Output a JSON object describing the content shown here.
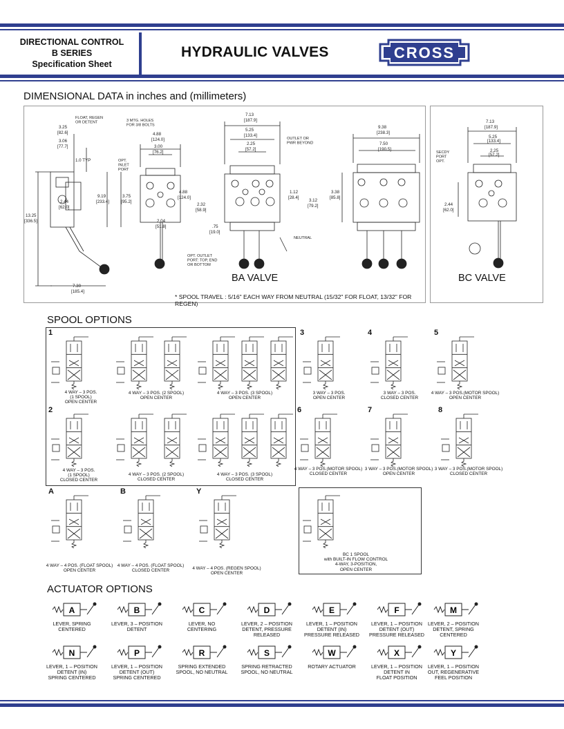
{
  "header": {
    "box_line1": "DIRECTIONAL CONTROL",
    "box_line2": "B  SERIES",
    "box_line3": "Specification Sheet",
    "title": "HYDRAULIC VALVES",
    "logo_text": "CROSS",
    "brand_color": "#2f3f8f"
  },
  "dimensional": {
    "heading": "DIMENSIONAL DATA in inches and (millimeters)",
    "ba_label": "BA VALVE",
    "bc_label": "BC VALVE",
    "footnote": "* SPOOL TRAVEL : 5/16\" EACH WAY FROM NEUTRAL (15/32\" FOR FLOAT, 13/32\" FOR REGEN)",
    "notes": {
      "float_regen": "FLOAT, REGEN\nOR DETENT",
      "mtg_holes": "3 MTG. HOLES\nFOR 3/8 BOLTS",
      "outlet_or_pwr": "OUTLET  OR\nPWR BEYOND",
      "opt_inlet": "OPT.\nINLET\nPORT",
      "opt_outlet": "OPT. OUTLET\nPORT: TOP, END\nOR BOTTOM",
      "secondary_port": "SECDY\nPORT\nOPT.",
      "neutral": "NEUTRAL"
    },
    "dims": {
      "d325": "3.25",
      "d325mm": "[82.6]",
      "typ": "TYP",
      "d306": "3.06",
      "d306mm": "[77.7]",
      "d10": "1.0  TYP",
      "d1325": "13.25",
      "d1325mm": "[336.5]",
      "d244": "2.44",
      "d244mm": "[62.0]",
      "d919": "9.19",
      "d919mm": "[233.4]",
      "d488": "4.88",
      "d488mm": "[124.0]",
      "d300": "3.00",
      "d300mm": "[76.2]",
      "d375": "3.75",
      "d375mm": "[95.2]",
      "d204": "2.04",
      "d204mm": "[51.8]",
      "d232": "2.32",
      "d232mm": "[58.9]",
      "d075": ".75",
      "d075mm": "[19.0]",
      "d713": "7.13",
      "d713mm": "[187.9]",
      "d525": "5.25",
      "d525mm": "[133.4]",
      "d225": "2.25",
      "d225mm": "[57.2]",
      "d112": "1.12",
      "d112mm": "[28.4]",
      "d312": "3.12",
      "d312mm": "[79.2]",
      "d938": "9.38",
      "d938mm": "[238.3]",
      "d750": "7.50",
      "d750mm": "[190.5]",
      "d338": "3.38",
      "d338mm": "[85.8]",
      "d730": "7.30",
      "d730mm": "[185.4]"
    }
  },
  "spool": {
    "heading": "SPOOL OPTIONS",
    "items": [
      {
        "num": "1",
        "caption": "4  WAY – 3 POS.\n(1 SPOOL)\nOPEN CENTER"
      },
      {
        "num": "",
        "caption": "4  WAY – 3 POS. (2 SPOOL)\nOPEN CENTER"
      },
      {
        "num": "",
        "caption": "4  WAY – 3 POS. (3 SPOOL)\nOPEN CENTER"
      },
      {
        "num": "3",
        "caption": "3 WAY – 3 POS.\nOPEN CENTER"
      },
      {
        "num": "4",
        "caption": "3 WAY – 3 POS.\nCLOSED CENTER"
      },
      {
        "num": "5",
        "caption": "4 WAY – 3 POS.(MOTOR SPOOL)\nOPEN CENTER"
      },
      {
        "num": "2",
        "caption": "4  WAY – 3 POS.\n(1 SPOOL)\nCLOSED CENTER"
      },
      {
        "num": "",
        "caption": "4  WAY – 3 POS. (2 SPOOL)\nCLOSED CENTER"
      },
      {
        "num": "",
        "caption": "4  WAY – 3 POS. (3 SPOOL)\nCLOSED CENTER"
      },
      {
        "num": "6",
        "caption": "4 WAY – 3 POS.(MOTOR SPOOL)\nCLOSED CENTER"
      },
      {
        "num": "7",
        "caption": "3 WAY – 3 POS.(MOTOR SPOOL)\nOPEN CENTER"
      },
      {
        "num": "8",
        "caption": "3 WAY – 3 POS.(MOTOR SPOOL)\nCLOSED CENTER"
      },
      {
        "num": "A",
        "caption": "4 WAY – 4 POS. (FLOAT SPOOL)\nOPEN CENTER"
      },
      {
        "num": "B",
        "caption": "4 WAY – 4 POS. (FLOAT SPOOL)\nCLOSED CENTER"
      },
      {
        "num": "Y",
        "caption": "4 WAY – 4 POS. (REGEN SPOOL)\nOPEN CENTER"
      },
      {
        "num": "",
        "caption": "BC 1 SPOOL\nwith BUILT-IN FLOW CONTROL\n4-WAY, 3-POSITION,\nOPEN CENTER"
      }
    ]
  },
  "actuator": {
    "heading": "ACTUATOR OPTIONS",
    "items": [
      {
        "letter": "A",
        "caption": "LEVER, SPRING\nCENTERED"
      },
      {
        "letter": "B",
        "caption": "LEVER, 3 – POSITION\nDETENT"
      },
      {
        "letter": "C",
        "caption": "LEVER, NO\nCENTERING"
      },
      {
        "letter": "D",
        "caption": "LEVER, 2 – POSITION\nDETENT, PRESSURE\nRELEASED"
      },
      {
        "letter": "E",
        "caption": "LEVER, 1 – POSITION\nDETENT  (IN)\nPRESSURE RELEASED"
      },
      {
        "letter": "F",
        "caption": "LEVER, 1 – POSITION\nDETENT (OUT)\nPRESSURE RELEASED"
      },
      {
        "letter": "M",
        "caption": "LEVER, 2 – POSITION\nDETENT, SPRING\nCENTERED"
      },
      {
        "letter": "N",
        "caption": "LEVER, 1 – POSITION\nDETENT (IN)\nSPRING CENTERED"
      },
      {
        "letter": "P",
        "caption": "LEVER, 1 – POSITION\nDETENT (OUT)\nSPRING CENTERED"
      },
      {
        "letter": "R",
        "caption": "SPRING EXTENDED\nSPOOL, NO NEUTRAL"
      },
      {
        "letter": "S",
        "caption": "SPRING RETRACTED\nSPOOL, NO NEUTRAL"
      },
      {
        "letter": "W",
        "caption": "ROTARY ACTUATOR"
      },
      {
        "letter": "X",
        "caption": "LEVER, 1 – POSITION\nDETENT  IN\nFLOAT POSITION"
      },
      {
        "letter": "Y",
        "caption": "LEVER, 1 – POSITION\nOUT, REGENERATIVE\nFEEL POSITION"
      }
    ]
  }
}
